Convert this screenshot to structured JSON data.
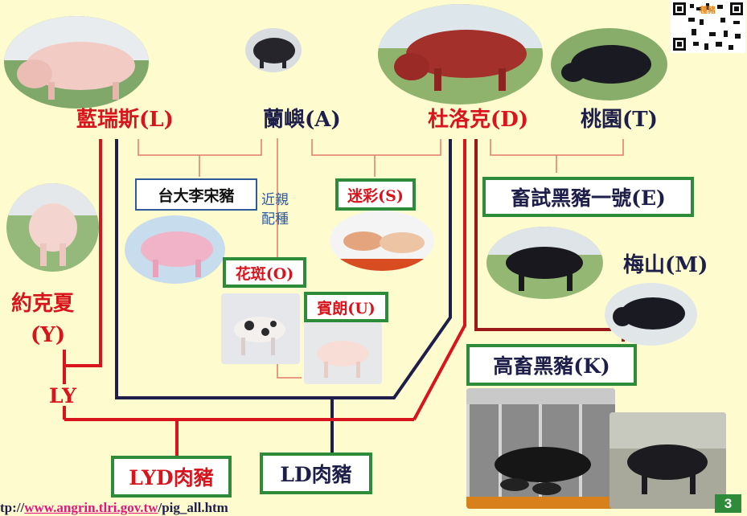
{
  "breeds": {
    "landrace": "藍瑞斯(L)",
    "lanyu": "蘭嶼(A)",
    "duroc": "杜洛克(D)",
    "taoyuan": "桃園(T)",
    "yorkshire_line1": "約克夏",
    "yorkshire_line2": "(Y)",
    "ly": "LY",
    "meishan": "梅山(M)"
  },
  "boxes": {
    "taida": "台大李宋豬",
    "mini": "迷彩(S)",
    "blackpig_e": "畜試黑豬一號(E)",
    "huaban": "花斑(O)",
    "binlang": "賓朗(U)",
    "kaohsiung": "高畜黑豬(K)",
    "lyd": "LYD肉豬",
    "ld": "LD肉豬"
  },
  "note": {
    "line1": "近親",
    "line2": "配種"
  },
  "url": {
    "prefix": "tp://",
    "link": "www.angrin.tlri.gov.tw",
    "suffix": "/pig_all.htm"
  },
  "qr_label": "種豬",
  "page_number": "3",
  "colors": {
    "background": "#fefccf",
    "red_line": "#d8141c",
    "dark_line": "#1e1e4a",
    "green_border": "#2e8b3a",
    "tan_line": "#e07a6a"
  }
}
